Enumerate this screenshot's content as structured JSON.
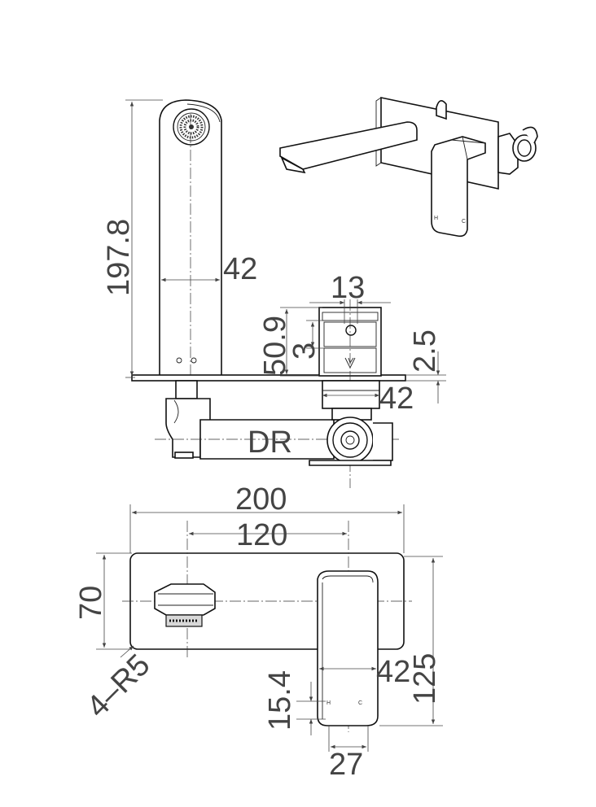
{
  "dimensions": {
    "spout_height": "197.8",
    "spout_width": "42",
    "cartridge_width": "13",
    "handle_projection": "50.9",
    "handle_offset": "3",
    "plate_thickness": "2.5",
    "body_width": "42",
    "drain_label": "DR",
    "plate_width": "200",
    "center_distance": "120",
    "plate_height": "70",
    "corner_radius": "4–R5",
    "handle_length": "125",
    "handle_width_front": "42",
    "indicator_spacing": "15.4",
    "handle_bottom_width": "27"
  },
  "markings": {
    "hot": "H",
    "cold": "C"
  },
  "colors": {
    "line": "#111111",
    "dimension": "#444444",
    "background": "#ffffff"
  }
}
